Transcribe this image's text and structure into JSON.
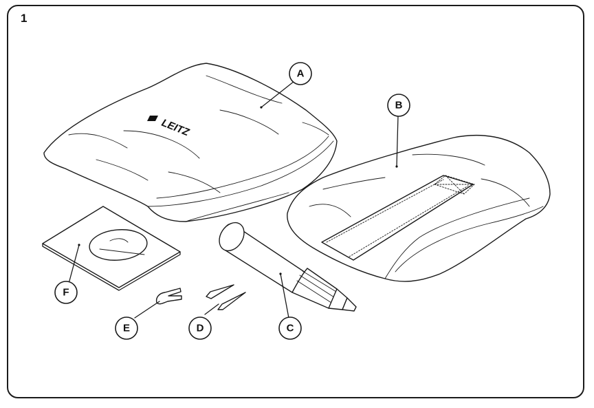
{
  "figure_number": "1",
  "brand_label": "LEITZ",
  "callouts": {
    "a": "A",
    "b": "B",
    "c": "C",
    "d": "D",
    "e": "E",
    "f": "F"
  },
  "colors": {
    "line": "#1a1a1a",
    "background": "#ffffff"
  }
}
